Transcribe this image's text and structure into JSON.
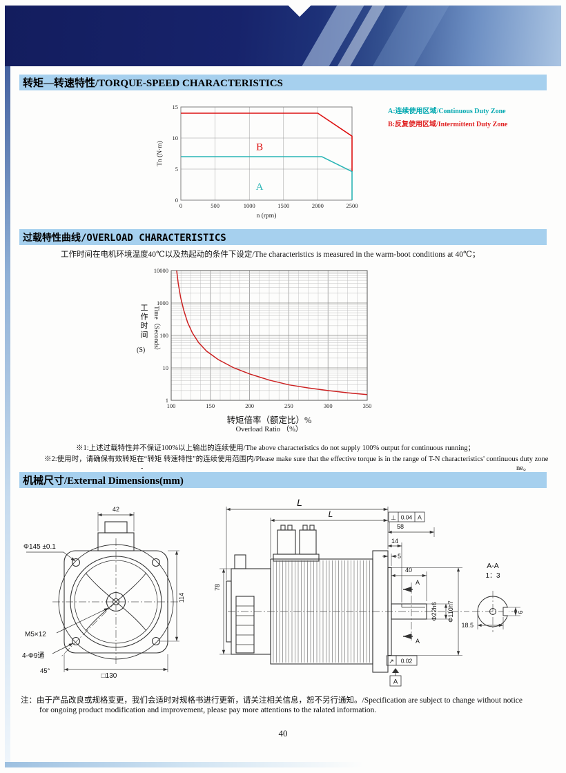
{
  "page": {
    "number": "40"
  },
  "sections": {
    "s1": {
      "title": "转矩—转速特性/TORQUE-SPEED CHARACTERISTICS"
    },
    "s2": {
      "title": "过载特性曲线/OVERLOAD CHARACTERISTICS",
      "subtitle": "工作时间在电机环境温度40℃以及热起动的条件下设定/The characteristics is measured in the warm-boot conditions at 40℃；",
      "notes": [
        "※1:上述过载特性并不保证100%以上输出的连续使用/The above characteristics do not supply 100% output for continuous running；",
        "※2:使用时，请确保有效转矩在“转矩 转速特性”的连续使用范围内/Please make sure that the effective torque is in the range of T-N characteristics' continuous duty zone"
      ],
      "note_dash": "-",
      "note_tail": "ne。"
    },
    "s3": {
      "title": "机械尺寸/External Dimensions(mm)"
    }
  },
  "footer": {
    "line1": "注：由于产品改良或规格变更，我们会适时对规格书进行更新，请关注相关信息，恕不另行通知。/Specification are subject to change without notice",
    "line2": "for ongoing product modification and improvement, please pay more attentions to the ralated information."
  },
  "chart_data": [
    {
      "type": "line",
      "name": "torque_speed_characteristics",
      "xlabel": "n (rpm)",
      "ylabel": "Tn (N·m)",
      "xlim": [
        0,
        2500
      ],
      "ylim": [
        0,
        15
      ],
      "xticks": [
        0,
        500,
        1000,
        1500,
        2000,
        2500
      ],
      "yticks": [
        0,
        5,
        10,
        15
      ],
      "grid": true,
      "series": [
        {
          "name": "intermittent_duty_boundary",
          "color": "#dd1111",
          "points": [
            [
              0,
              14
            ],
            [
              2000,
              14
            ],
            [
              2500,
              10.3
            ],
            [
              2500,
              4.6
            ]
          ]
        },
        {
          "name": "continuous_duty_boundary",
          "color": "#2ab5b5",
          "points": [
            [
              0,
              7
            ],
            [
              2060,
              7
            ],
            [
              2500,
              4.6
            ],
            [
              2500,
              0
            ]
          ]
        }
      ],
      "zone_labels": [
        {
          "text": "B",
          "color": "#dd1111",
          "x": 1150,
          "y": 8.6
        },
        {
          "text": "A",
          "color": "#2ab5b5",
          "x": 1150,
          "y": 2.2
        }
      ],
      "legend": [
        {
          "label": "A:连续使用区域/Continuous Duty Zone",
          "color": "#00a8b0"
        },
        {
          "label": "B:反复使用区域/Intermittent Duty Zone",
          "color": "#e02020"
        }
      ]
    },
    {
      "type": "line",
      "name": "overload_characteristics",
      "y_scale": "log",
      "xlim": [
        100,
        350
      ],
      "ylim": [
        1,
        10000
      ],
      "xticks": [
        100,
        150,
        200,
        250,
        300,
        350
      ],
      "yticks": [
        1,
        10,
        100,
        1000,
        10000
      ],
      "grid": true,
      "xlabel_cn": "转矩倍率（额定比）%",
      "xlabel_en": "Overload Ratio （%）",
      "ylabel_cn": "工作时间",
      "ylabel_s": "(S)",
      "ylabel_en": "Time（Seconds）",
      "series": [
        {
          "name": "overload_curve",
          "color": "#cc2222",
          "points": [
            [
              107,
              10000
            ],
            [
              109,
              4000
            ],
            [
              112,
              1500
            ],
            [
              116,
              600
            ],
            [
              121,
              250
            ],
            [
              127,
              120
            ],
            [
              135,
              60
            ],
            [
              145,
              33
            ],
            [
              160,
              18
            ],
            [
              180,
              10
            ],
            [
              200,
              6.5
            ],
            [
              225,
              4.2
            ],
            [
              250,
              3
            ],
            [
              275,
              2.4
            ],
            [
              300,
              2
            ],
            [
              325,
              1.7
            ],
            [
              350,
              1.5
            ]
          ]
        }
      ]
    }
  ],
  "dims": {
    "d42": "42",
    "d145": "Φ145 ±0.1",
    "d114": "114",
    "m5": "M5×12",
    "holes": "4-Φ9通",
    "a45": "45°",
    "sq130": "□130",
    "L1": "L",
    "L2": "L",
    "d58": "58",
    "d14": "14",
    "d5": "5",
    "d40": "40",
    "d78": "78",
    "shaft_dia": "Φ22h6",
    "spigot_dia": "Φ110h7",
    "tol_perp": {
      "sym": "⊥",
      "val": "0.04",
      "ref": "A"
    },
    "tol_runout": {
      "sym": "↗",
      "val": "0.02"
    },
    "datum": "A",
    "sec_arrow": "A",
    "sec_label": "A-A",
    "sec_scale": "1：3",
    "d185": "18.5",
    "d6": "6"
  }
}
